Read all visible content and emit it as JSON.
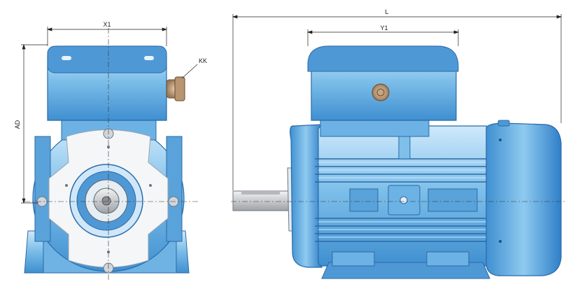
{
  "dimensions": {
    "front_width": "X1",
    "front_height": "AD",
    "cable_gland": "KK",
    "overall_length": "L",
    "box_length": "Y1"
  },
  "colors": {
    "motor_blue": "#7fc0ea",
    "motor_blue_dark": "#2f7fc8",
    "motor_blue_light": "#bfe2f8",
    "flange_white": "#f4f6f8",
    "shaft_grey": "#d4d6d8",
    "line": "#222222"
  }
}
